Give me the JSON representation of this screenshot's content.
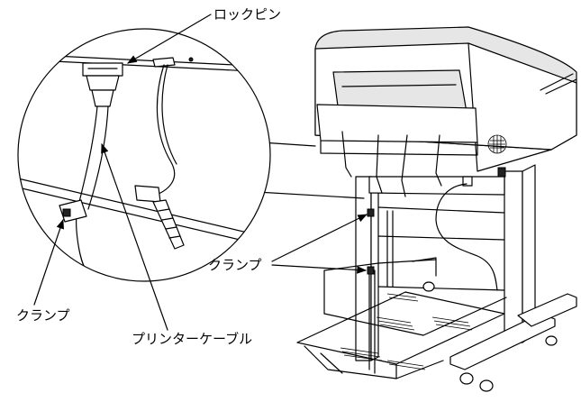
{
  "labels": {
    "lock_pin": "ロックピン",
    "clamp_detail": "クランプ",
    "clamp_stand": "クランプ",
    "printer_cable": "プリンターケーブル"
  },
  "icons": [
    "arrow-icon"
  ]
}
